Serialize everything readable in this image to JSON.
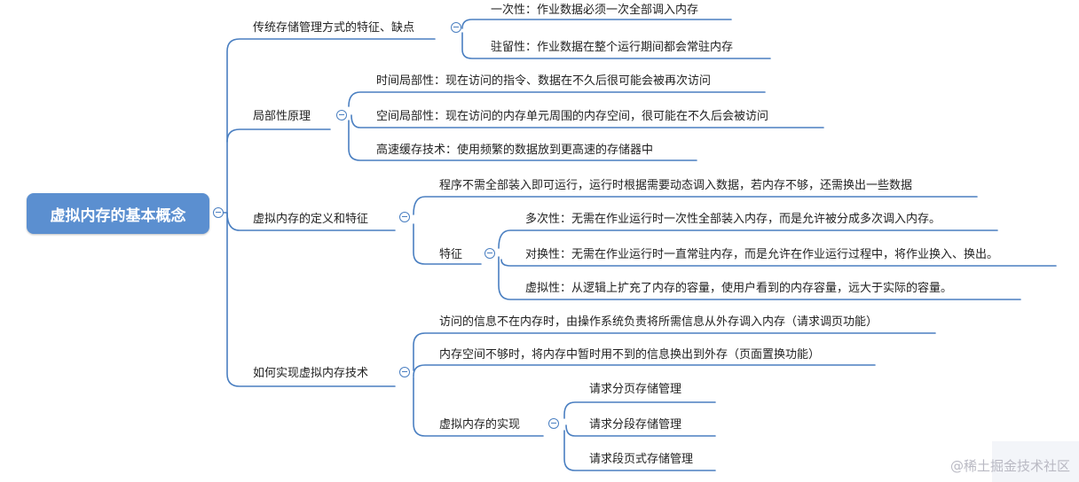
{
  "map": {
    "root": "虚拟内存的基本概念",
    "b1": {
      "label": "传统存储管理方式的特征、缺点",
      "c1": "一次性：作业数据必须一次全部调入内存",
      "c2": "驻留性：作业数据在整个运行期间都会常驻内存"
    },
    "b2": {
      "label": "局部性原理",
      "c1": "时间局部性：现在访问的指令、数据在不久后很可能会被再次访问",
      "c2": "空间局部性：现在访问的内存单元周围的内存空间，很可能在不久后会被访问",
      "c3": "高速缓存技术：使用频繁的数据放到更高速的存储器中"
    },
    "b3": {
      "label": "虚拟内存的定义和特征",
      "c1": "程序不需全部装入即可运行，运行时根据需要动态调入数据，若内存不够，还需换出一些数据",
      "c2": {
        "label": "特征",
        "g1": "多次性：无需在作业运行时一次性全部装入内存，而是允许被分成多次调入内存。",
        "g2": "对换性：无需在作业运行时一直常驻内存，而是允许在作业运行过程中，将作业换入、换出。",
        "g3": "虚拟性：从逻辑上扩充了内存的容量，使用户看到的内存容量，远大于实际的容量。"
      }
    },
    "b4": {
      "label": "如何实现虚拟内存技术",
      "c1": "访问的信息不在内存时，由操作系统负责将所需信息从外存调入内存（请求调页功能）",
      "c2": "内存空间不够时，将内存中暂时用不到的信息换出到外存（页面置换功能）",
      "c3": {
        "label": "虚拟内存的实现",
        "g1": "请求分页存储管理",
        "g2": "请求分段存储管理",
        "g3": "请求段页式存储管理"
      }
    }
  },
  "watermark": "@稀土掘金技术社区",
  "colors": {
    "root_fill": "#5b8fd0",
    "line": "#4a7fc1",
    "text": "#222222"
  }
}
